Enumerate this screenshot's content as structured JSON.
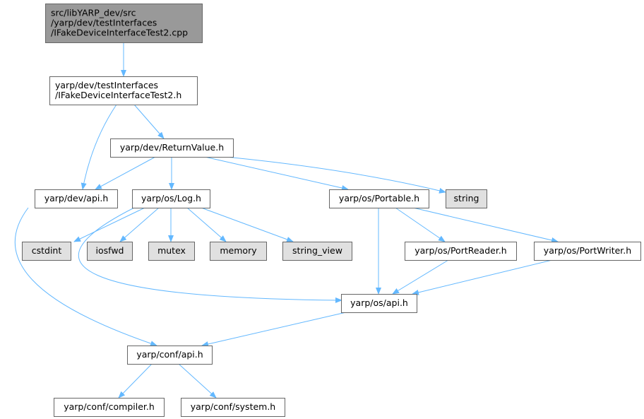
{
  "colors": {
    "edge": "#63b8ff",
    "node_fill": "#ffffff",
    "root_fill": "#999999",
    "system_fill": "#e0e0e0",
    "border": "#666666",
    "text": "#000000"
  },
  "nodes": [
    {
      "id": "root",
      "lines": [
        "src/libYARP_dev/src",
        "/yarp/dev/testInterfaces",
        "/IFakeDeviceInterfaceTest2.cpp"
      ],
      "kind": "root"
    },
    {
      "id": "ifake_h",
      "lines": [
        "yarp/dev/testInterfaces",
        "/IFakeDeviceInterfaceTest2.h"
      ],
      "kind": "file"
    },
    {
      "id": "returnvalue_h",
      "lines": [
        "yarp/dev/ReturnValue.h"
      ],
      "kind": "file"
    },
    {
      "id": "dev_api_h",
      "lines": [
        "yarp/dev/api.h"
      ],
      "kind": "file"
    },
    {
      "id": "log_h",
      "lines": [
        "yarp/os/Log.h"
      ],
      "kind": "file"
    },
    {
      "id": "portable_h",
      "lines": [
        "yarp/os/Portable.h"
      ],
      "kind": "file"
    },
    {
      "id": "string",
      "lines": [
        "string"
      ],
      "kind": "system"
    },
    {
      "id": "cstdint",
      "lines": [
        "cstdint"
      ],
      "kind": "system"
    },
    {
      "id": "iosfwd",
      "lines": [
        "iosfwd"
      ],
      "kind": "system"
    },
    {
      "id": "mutex",
      "lines": [
        "mutex"
      ],
      "kind": "system"
    },
    {
      "id": "memory",
      "lines": [
        "memory"
      ],
      "kind": "system"
    },
    {
      "id": "string_view",
      "lines": [
        "string_view"
      ],
      "kind": "system"
    },
    {
      "id": "portreader_h",
      "lines": [
        "yarp/os/PortReader.h"
      ],
      "kind": "file"
    },
    {
      "id": "portwriter_h",
      "lines": [
        "yarp/os/PortWriter.h"
      ],
      "kind": "file"
    },
    {
      "id": "os_api_h",
      "lines": [
        "yarp/os/api.h"
      ],
      "kind": "file"
    },
    {
      "id": "conf_api_h",
      "lines": [
        "yarp/conf/api.h"
      ],
      "kind": "file"
    },
    {
      "id": "compiler_h",
      "lines": [
        "yarp/conf/compiler.h"
      ],
      "kind": "file"
    },
    {
      "id": "system_h",
      "lines": [
        "yarp/conf/system.h"
      ],
      "kind": "file"
    }
  ],
  "edges": [
    {
      "from": "root",
      "to": "ifake_h"
    },
    {
      "from": "ifake_h",
      "to": "dev_api_h"
    },
    {
      "from": "ifake_h",
      "to": "returnvalue_h"
    },
    {
      "from": "returnvalue_h",
      "to": "dev_api_h"
    },
    {
      "from": "returnvalue_h",
      "to": "log_h"
    },
    {
      "from": "returnvalue_h",
      "to": "portable_h"
    },
    {
      "from": "returnvalue_h",
      "to": "string"
    },
    {
      "from": "dev_api_h",
      "to": "conf_api_h"
    },
    {
      "from": "log_h",
      "to": "cstdint"
    },
    {
      "from": "log_h",
      "to": "iosfwd"
    },
    {
      "from": "log_h",
      "to": "mutex"
    },
    {
      "from": "log_h",
      "to": "memory"
    },
    {
      "from": "log_h",
      "to": "string_view"
    },
    {
      "from": "log_h",
      "to": "os_api_h"
    },
    {
      "from": "portable_h",
      "to": "os_api_h"
    },
    {
      "from": "portable_h",
      "to": "portreader_h"
    },
    {
      "from": "portable_h",
      "to": "portwriter_h"
    },
    {
      "from": "portreader_h",
      "to": "os_api_h"
    },
    {
      "from": "portwriter_h",
      "to": "os_api_h"
    },
    {
      "from": "os_api_h",
      "to": "conf_api_h"
    },
    {
      "from": "conf_api_h",
      "to": "compiler_h"
    },
    {
      "from": "conf_api_h",
      "to": "system_h"
    }
  ]
}
